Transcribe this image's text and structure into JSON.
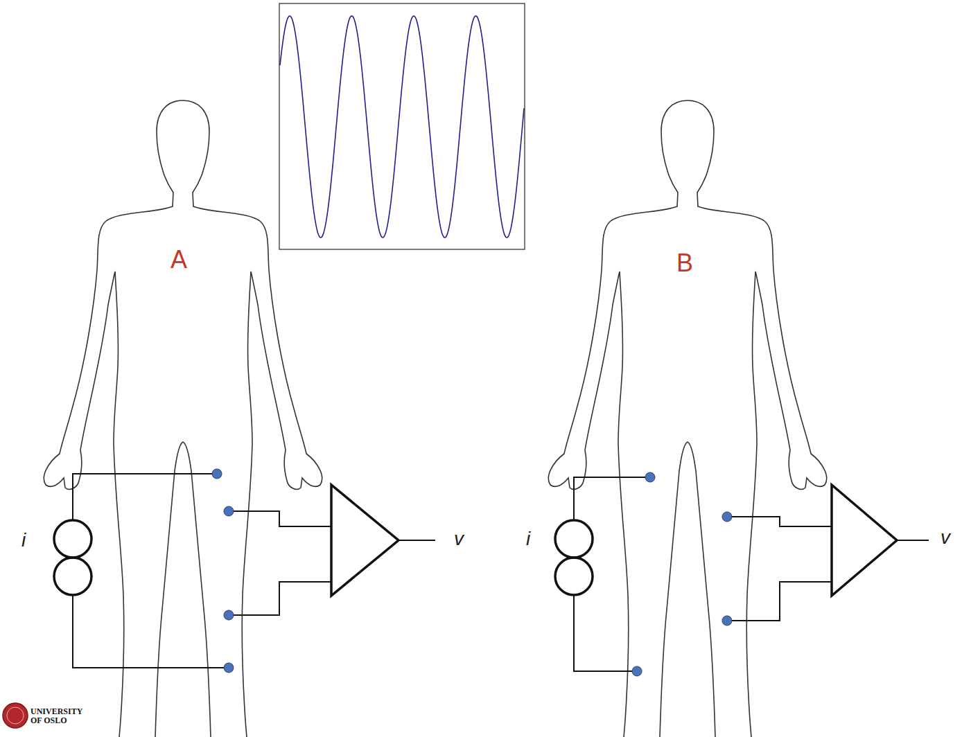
{
  "diagram": {
    "labels": [
      "A",
      "i",
      "v",
      "B",
      "i",
      "v",
      "UNIVERSITY OF OSLO"
    ]
  }
}
